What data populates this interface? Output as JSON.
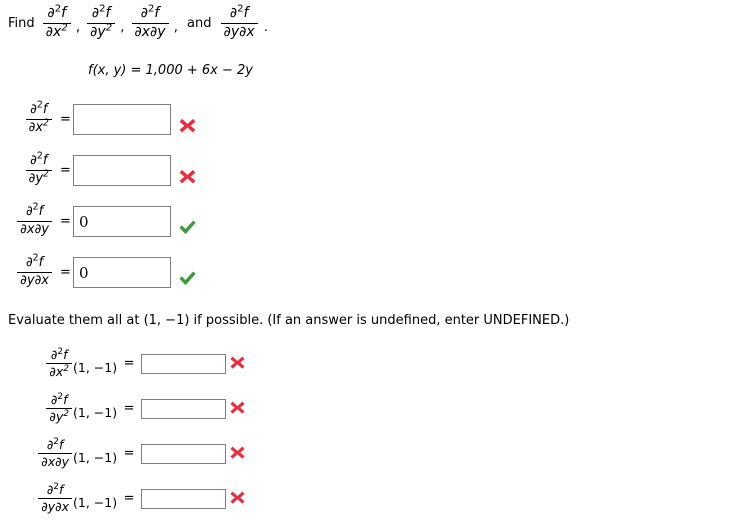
{
  "prompt": {
    "lead": "Find",
    "comma": ",",
    "and": "and",
    "period": ".",
    "terms": [
      {
        "num_var": "f",
        "den": "∂x",
        "den_sup": "2",
        "name": "fxx"
      },
      {
        "num_var": "f",
        "den": "∂y",
        "den_sup": "2",
        "name": "fyy"
      },
      {
        "num_var": "f",
        "den": "∂x∂y",
        "den_sup": "",
        "name": "fxy"
      },
      {
        "num_var": "f",
        "den": "∂y∂x",
        "den_sup": "",
        "name": "fyx"
      }
    ],
    "partial": "∂",
    "order": "2"
  },
  "function": {
    "text": "f(x, y) = 1,000 + 6x − 2y",
    "name": "f",
    "args": "(x, y)",
    "equals": "=",
    "constant": "1,000",
    "plus": "+",
    "term_x": "6x",
    "minus": "−",
    "term_y": "2y"
  },
  "derivatives": {
    "equals": "=",
    "rows": [
      {
        "id": "d2f-dx2",
        "numerator": "∂2f",
        "denominator": "∂x2",
        "den_base": "∂x",
        "den_sup": "2",
        "value": "",
        "status": "incorrect",
        "status_icon": "red-x-icon"
      },
      {
        "id": "d2f-dy2",
        "numerator": "∂2f",
        "denominator": "∂y2",
        "den_base": "∂y",
        "den_sup": "2",
        "value": "",
        "status": "incorrect",
        "status_icon": "red-x-icon"
      },
      {
        "id": "d2f-dxdy",
        "numerator": "∂2f",
        "denominator": "∂x∂y",
        "den_base": "∂x∂y",
        "den_sup": "",
        "value": "0",
        "status": "correct",
        "status_icon": "green-check-icon"
      },
      {
        "id": "d2f-dydx",
        "numerator": "∂2f",
        "denominator": "∂y∂x",
        "den_base": "∂y∂x",
        "den_sup": "",
        "value": "0",
        "status": "correct",
        "status_icon": "green-check-icon"
      }
    ]
  },
  "evaluate": {
    "instruction": "Evaluate them all at (1, −1) if possible. (If an answer is undefined, enter UNDEFINED.)",
    "point": "(1, −1)",
    "equals": "=",
    "rows": [
      {
        "id": "d2f-dx2-at-point",
        "den_base": "∂x",
        "den_sup": "2",
        "value": "",
        "status": "incorrect",
        "status_icon": "red-x-icon"
      },
      {
        "id": "d2f-dy2-at-point",
        "den_base": "∂y",
        "den_sup": "2",
        "value": "",
        "status": "incorrect",
        "status_icon": "red-x-icon"
      },
      {
        "id": "d2f-dxdy-at-point",
        "den_base": "∂x∂y",
        "den_sup": "",
        "value": "",
        "status": "incorrect",
        "status_icon": "red-x-icon"
      },
      {
        "id": "d2f-dydx-at-point",
        "den_base": "∂y∂x",
        "den_sup": "",
        "value": "",
        "status": "incorrect",
        "status_icon": "red-x-icon"
      }
    ]
  },
  "colors": {
    "background": "#ffffff",
    "text": "#000000",
    "incorrect": "#ee2a3c",
    "correct": "#3a9e3a",
    "box_border": "#808080"
  }
}
